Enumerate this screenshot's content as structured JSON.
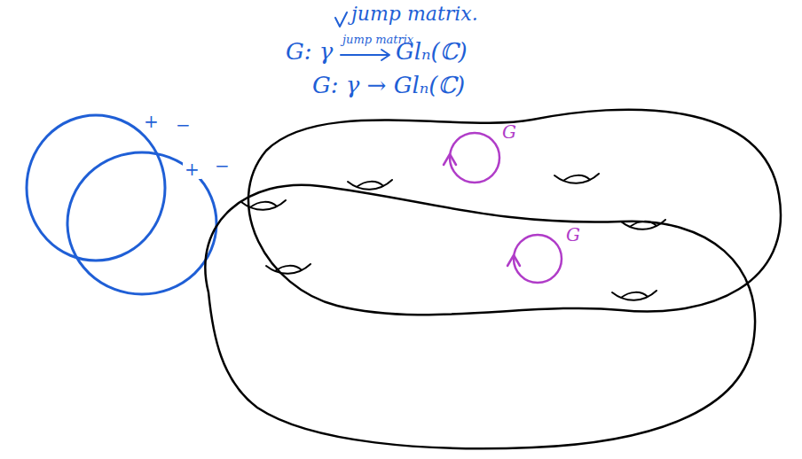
{
  "diagram": {
    "labels": [
      "jump matrix.",
      "G: γ",
      "jump matrix",
      "Glₙ(ℂ)",
      "G: γ → Glₙ(ℂ)",
      "+",
      "−",
      "+",
      "−",
      "G",
      "G"
    ]
  }
}
